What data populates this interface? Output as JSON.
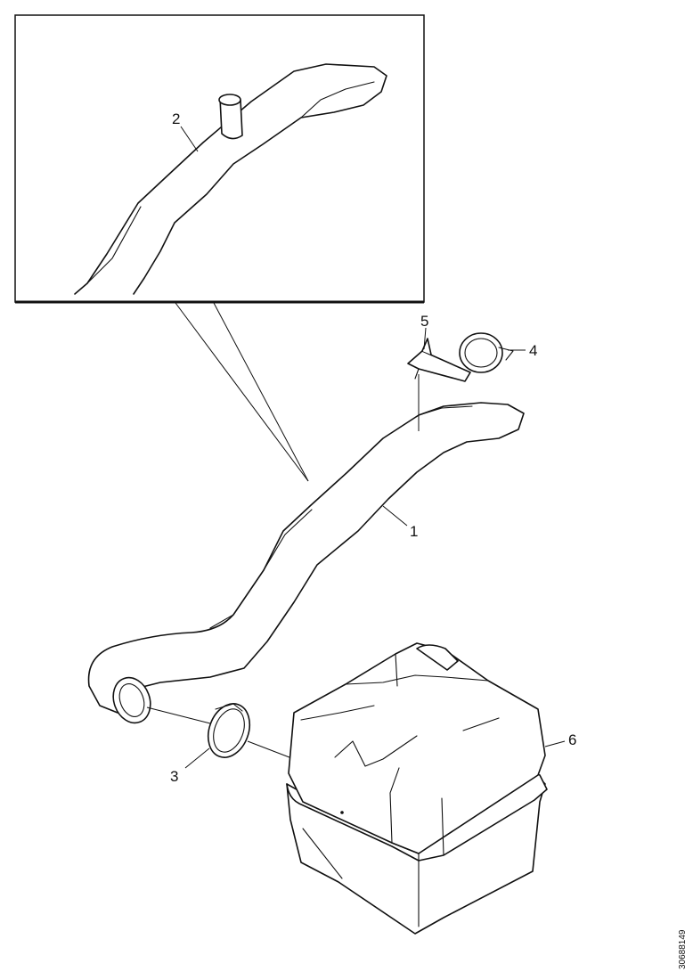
{
  "callouts": {
    "c1": "1",
    "c2": "2",
    "c3": "3",
    "c4": "4",
    "c5": "5",
    "c6": "6"
  },
  "reference_code": "30688149",
  "colors": {
    "ink": "#111111",
    "paper": "#ffffff"
  }
}
